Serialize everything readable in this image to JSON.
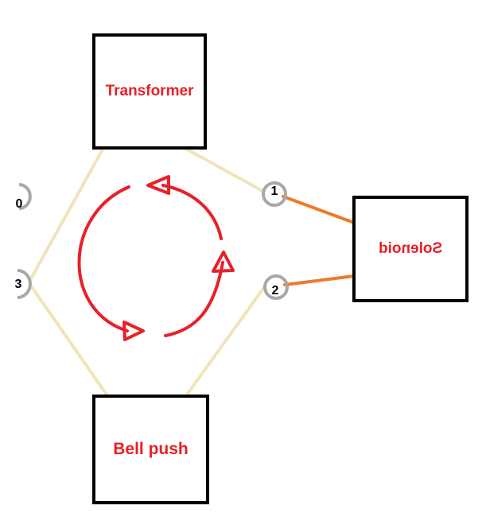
{
  "components": {
    "transformer": "Transformer",
    "solenoid": "Solenoid",
    "bell_push": "Bell push"
  },
  "terminals": {
    "t0": "0",
    "t1": "1",
    "t2": "2",
    "t3": "3"
  },
  "colors": {
    "wire": "#f0e4b8",
    "solenoid_wire": "#ee7a2c",
    "flow_arrow": "#e8202a",
    "terminal_ring": "#a8a8a8",
    "box_border": "#000000",
    "label_text": "#e8202a"
  }
}
